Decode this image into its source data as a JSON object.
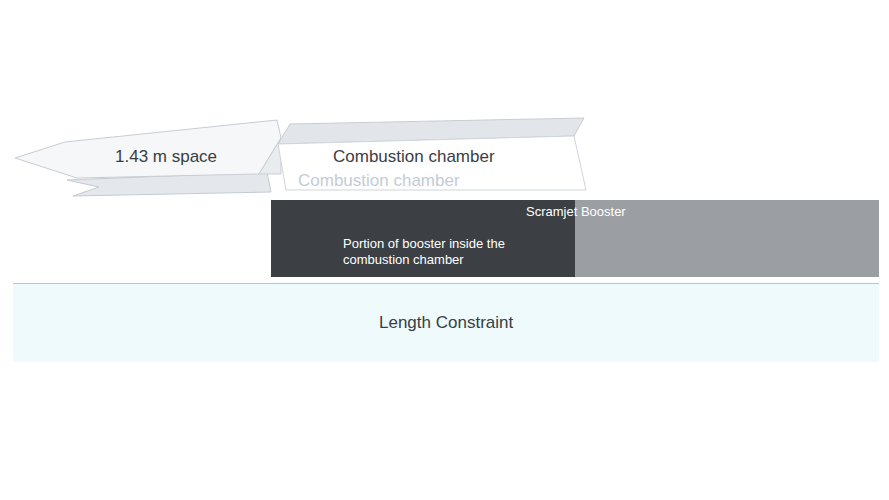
{
  "diagram": {
    "nodes": [
      {
        "text": [
          "1.43 m space"
        ]
      },
      {
        "text": [
          "Combustion chamber"
        ]
      },
      {
        "text": [
          "Scramjet Booster"
        ]
      },
      {
        "text": [
          "Portion of booster inside the combustion chamber"
        ],
        "in": 2
      },
      {
        "text": [
          "Length Constraint"
        ]
      }
    ],
    "labels": [
      "Combustion chamber"
    ]
  }
}
